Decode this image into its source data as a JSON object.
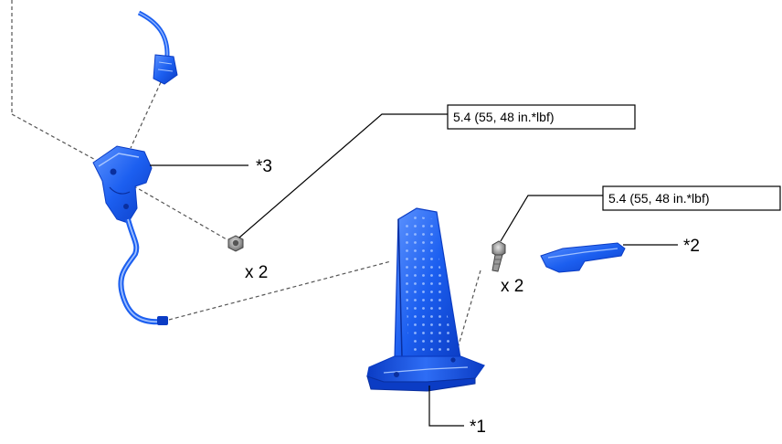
{
  "callouts": {
    "torque_nut": "5.4 (55, 48 in.*lbf)",
    "torque_bolt": "5.4 (55, 48 in.*lbf)"
  },
  "quantities": {
    "nut": "x 2",
    "bolt": "x 2"
  },
  "part_labels": {
    "pedal": "*1",
    "cover": "*2",
    "sensor": "*3"
  },
  "colors": {
    "part_blue": "#1c5ff0",
    "part_blue_dark": "#0b3cc4",
    "part_blue_light": "#6fa0ff",
    "hardware_gray": "#8a8a8a",
    "line": "#000000"
  }
}
